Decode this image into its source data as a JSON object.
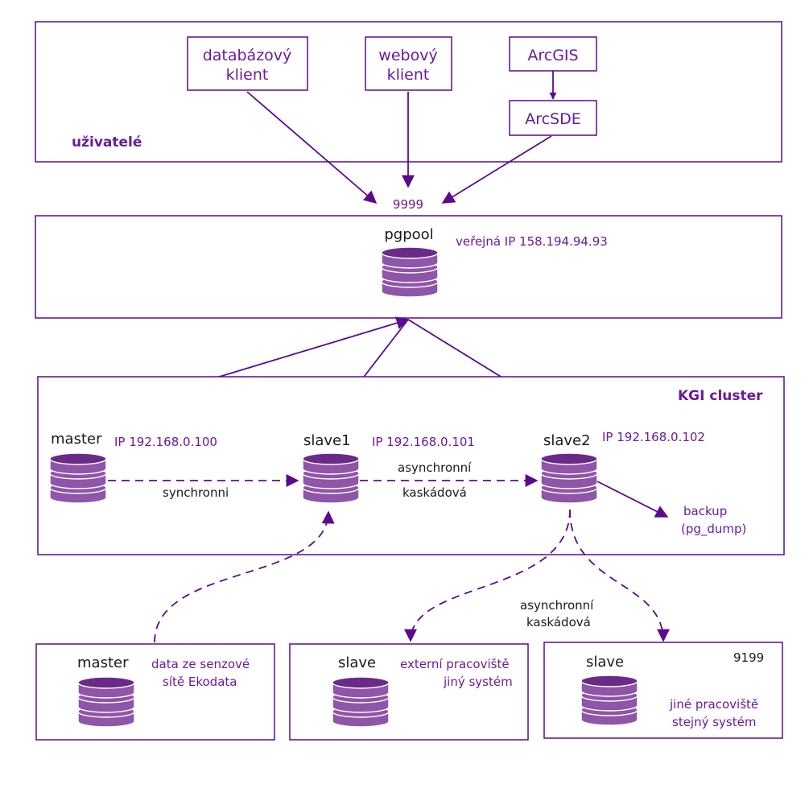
{
  "users": {
    "label": "uživatelé",
    "db_client": [
      "databázový",
      "klient"
    ],
    "web_client": [
      "webový",
      "klient"
    ],
    "arcgis": "ArcGIS",
    "arcsde": "ArcSDE"
  },
  "pgpool": {
    "port": "9999",
    "name": "pgpool",
    "ip": "veřejná IP 158.194.94.93"
  },
  "cluster": {
    "title": "KGI cluster",
    "master": {
      "name": "master",
      "ip": "IP 192.168.0.100"
    },
    "slave1": {
      "name": "slave1",
      "ip": "IP 192.168.0.101"
    },
    "slave2": {
      "name": "slave2",
      "ip": "IP 192.168.0.102"
    },
    "sync_label": "synchronni",
    "async_label": "asynchronní",
    "cascade_label": "kaskádová",
    "backup": [
      "backup",
      "(pg_dump)"
    ]
  },
  "bottom": {
    "async_label": "asynchronní",
    "cascade_label": "kaskádová",
    "master": {
      "name": "master",
      "desc": [
        "data ze senzové",
        "sítě Ekodata"
      ]
    },
    "slave_ext": {
      "name": "slave",
      "desc": [
        "externí pracoviště",
        "jiný systém"
      ]
    },
    "slave_other": {
      "name": "slave",
      "port": "9199",
      "desc": [
        "jiné pracoviště",
        "stejný systém"
      ]
    }
  },
  "colors": {
    "accent": "#6a1b9a",
    "stroke": "#5b0a8c",
    "db_fill": "#8e55a8"
  }
}
